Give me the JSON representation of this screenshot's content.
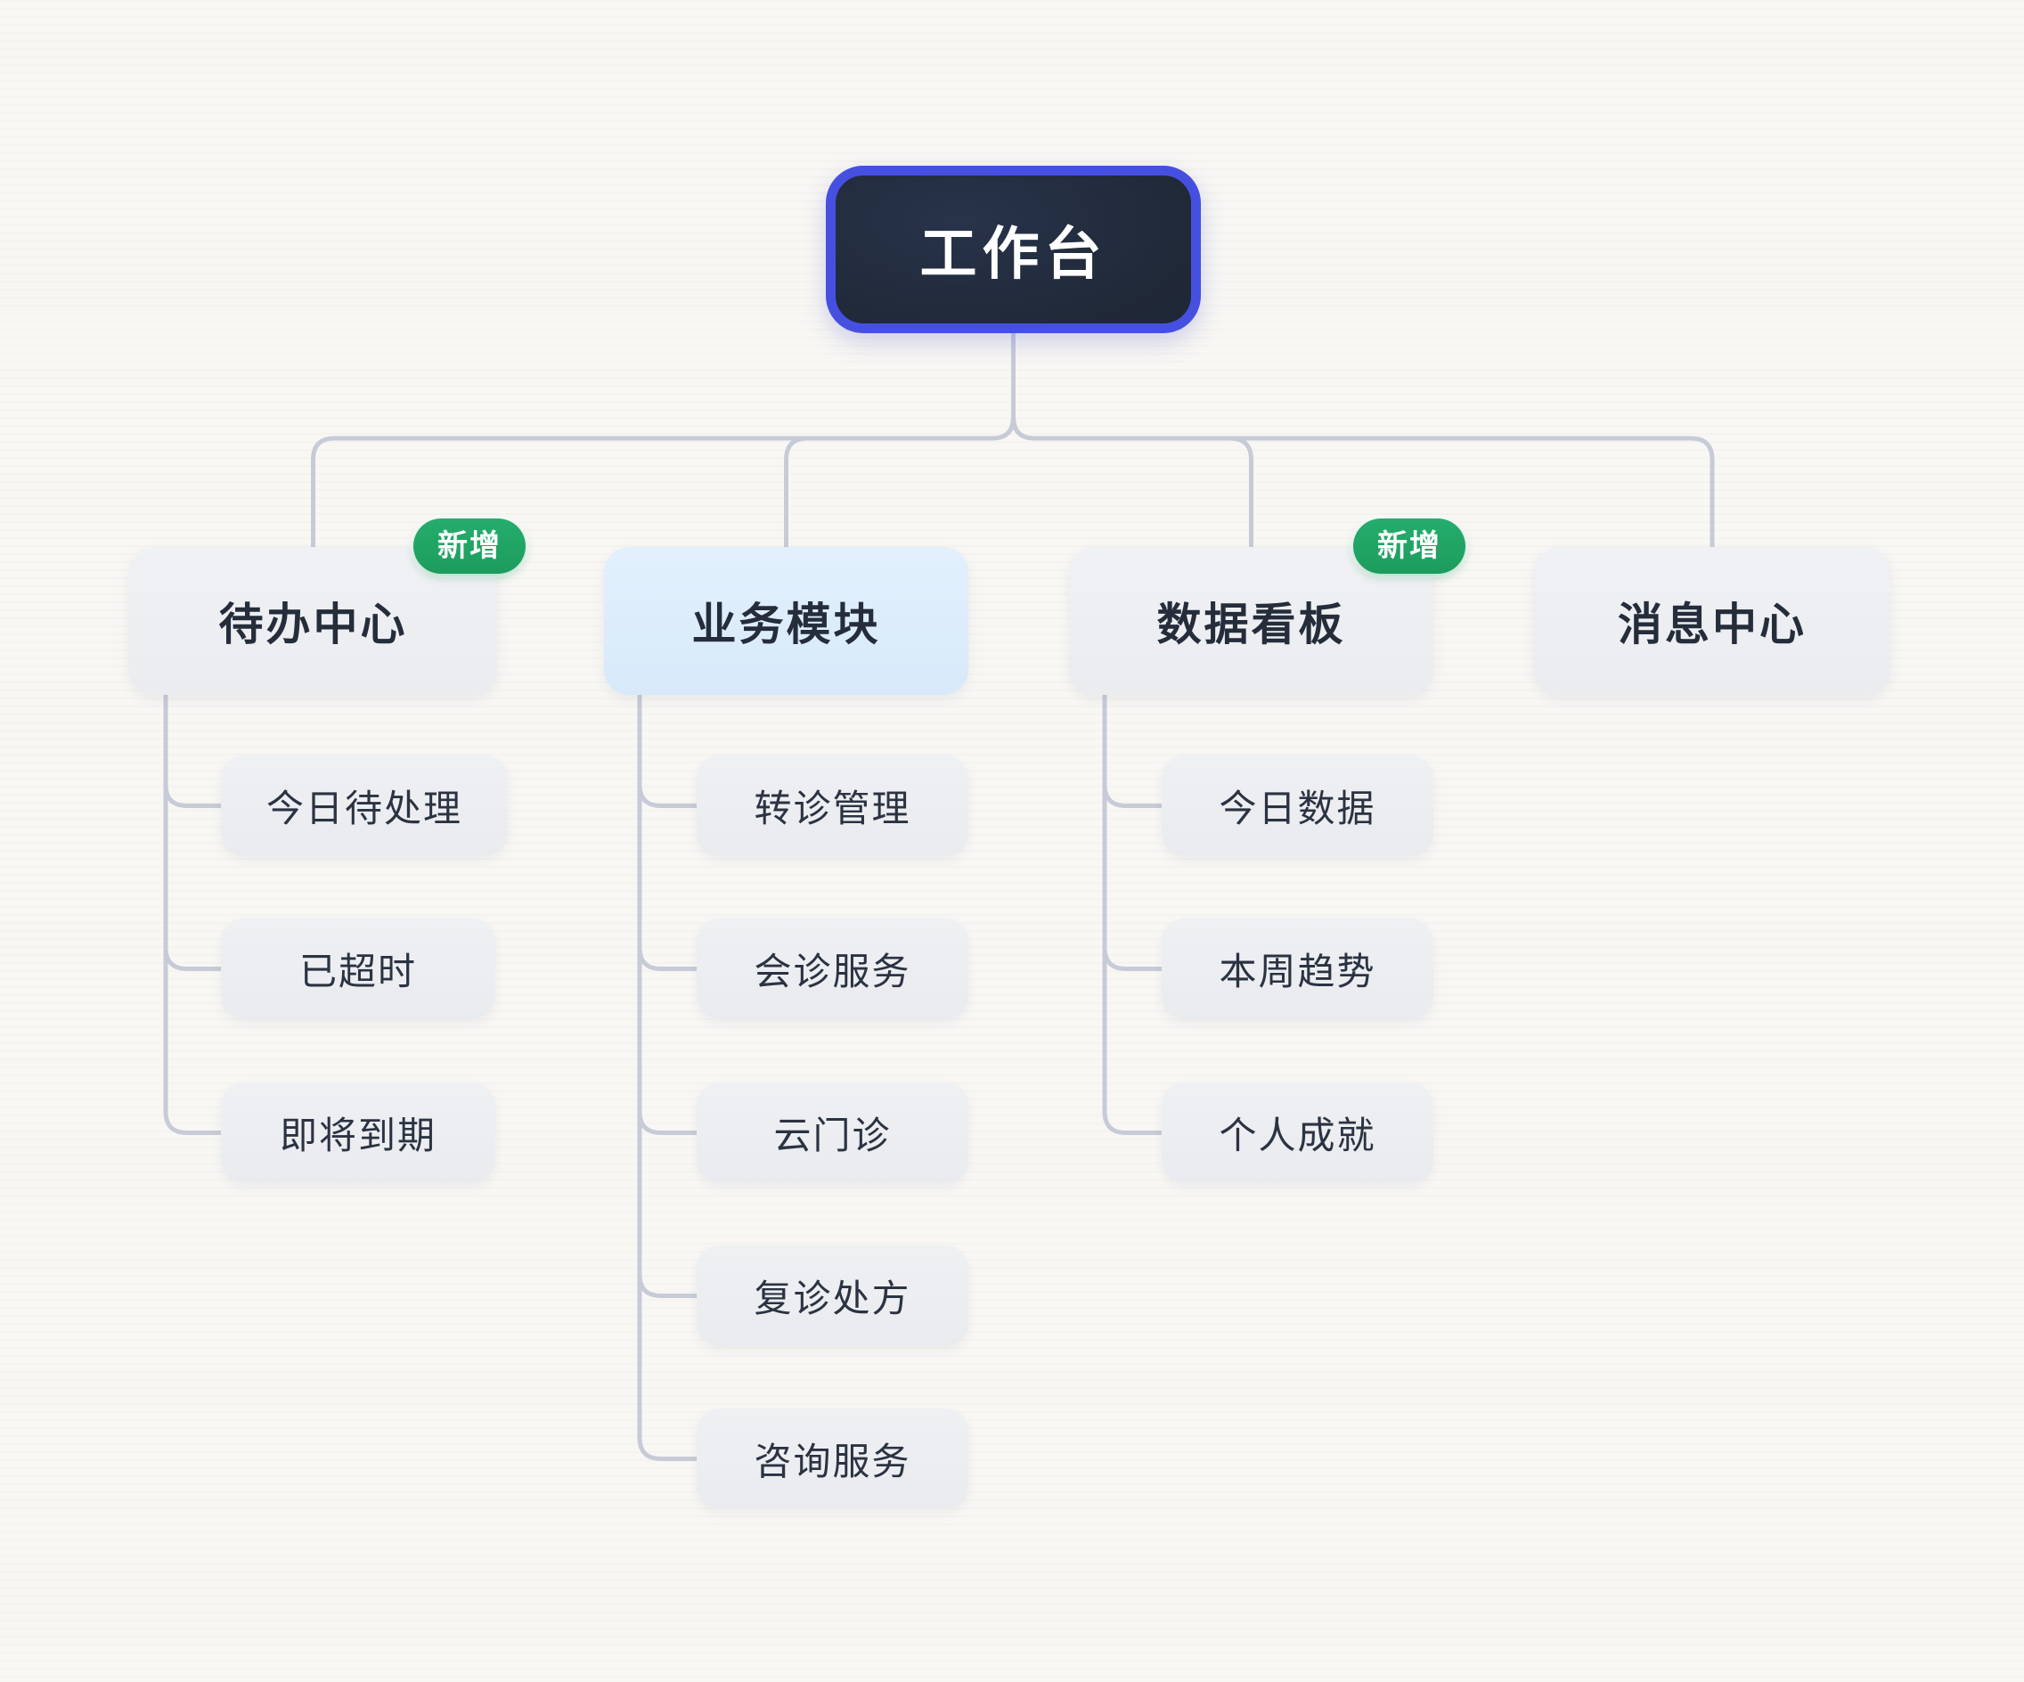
{
  "root": {
    "label": "工作台"
  },
  "branches": [
    {
      "label": "待办中心",
      "badge": "新增",
      "children": [
        "今日待处理",
        "已超时",
        "即将到期"
      ]
    },
    {
      "label": "业务模块",
      "highlighted": true,
      "children": [
        "转诊管理",
        "会诊服务",
        "云门诊",
        "复诊处方",
        "咨询服务"
      ]
    },
    {
      "label": "数据看板",
      "badge": "新增",
      "children": [
        "今日数据",
        "本周趋势",
        "个人成就"
      ]
    },
    {
      "label": "消息中心",
      "children": []
    }
  ],
  "colors": {
    "background": "#f8f7f4",
    "connector": "#c7cbd8",
    "root_fill": "#202938",
    "root_border": "#4650e0",
    "root_text": "#ffffff",
    "node_fill": "#eaecf0",
    "node_text": "#252d3b",
    "highlight_fill": "#d7e9fa",
    "badge_fill": "#1fa563",
    "badge_text": "#ffffff"
  }
}
